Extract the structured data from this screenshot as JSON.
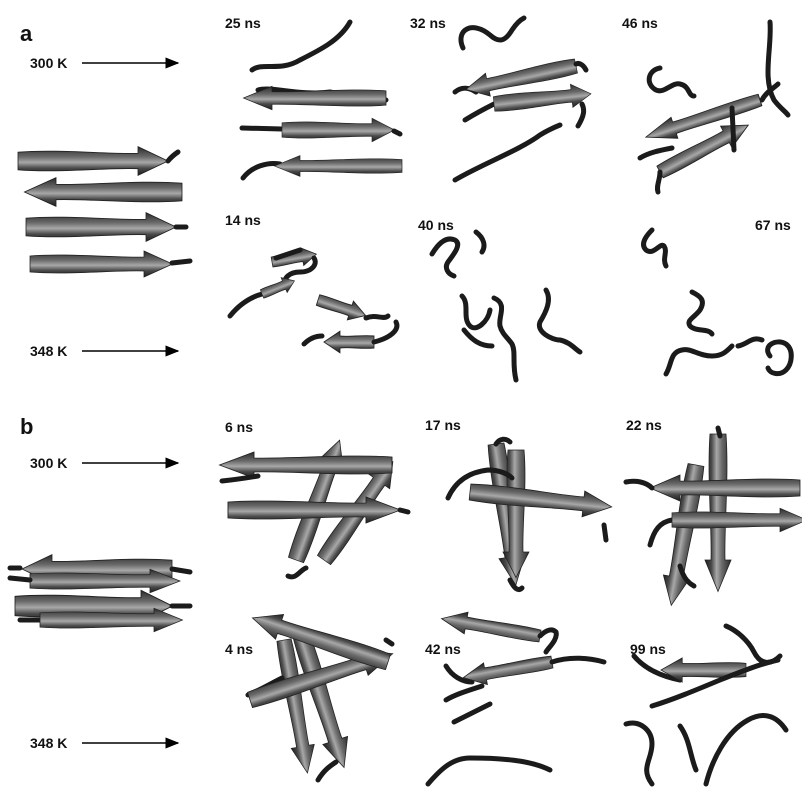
{
  "panels": [
    {
      "letter": "a",
      "temps": [
        "300 K",
        "348 K"
      ],
      "times_top": [
        "25 ns",
        "32 ns",
        "46 ns"
      ],
      "times_bottom": [
        "14 ns",
        "40 ns",
        "67 ns"
      ]
    },
    {
      "letter": "b",
      "temps": [
        "300 K",
        "348 K"
      ],
      "times_top": [
        "6 ns",
        "17 ns",
        "22 ns"
      ],
      "times_bottom": [
        "4 ns",
        "42 ns",
        "99 ns"
      ]
    }
  ],
  "colors": {
    "ribbon_dark": "#2a2a2a",
    "ribbon_mid": "#5c5c5c",
    "ribbon_light": "#a8a8a8",
    "text": "#111111"
  }
}
